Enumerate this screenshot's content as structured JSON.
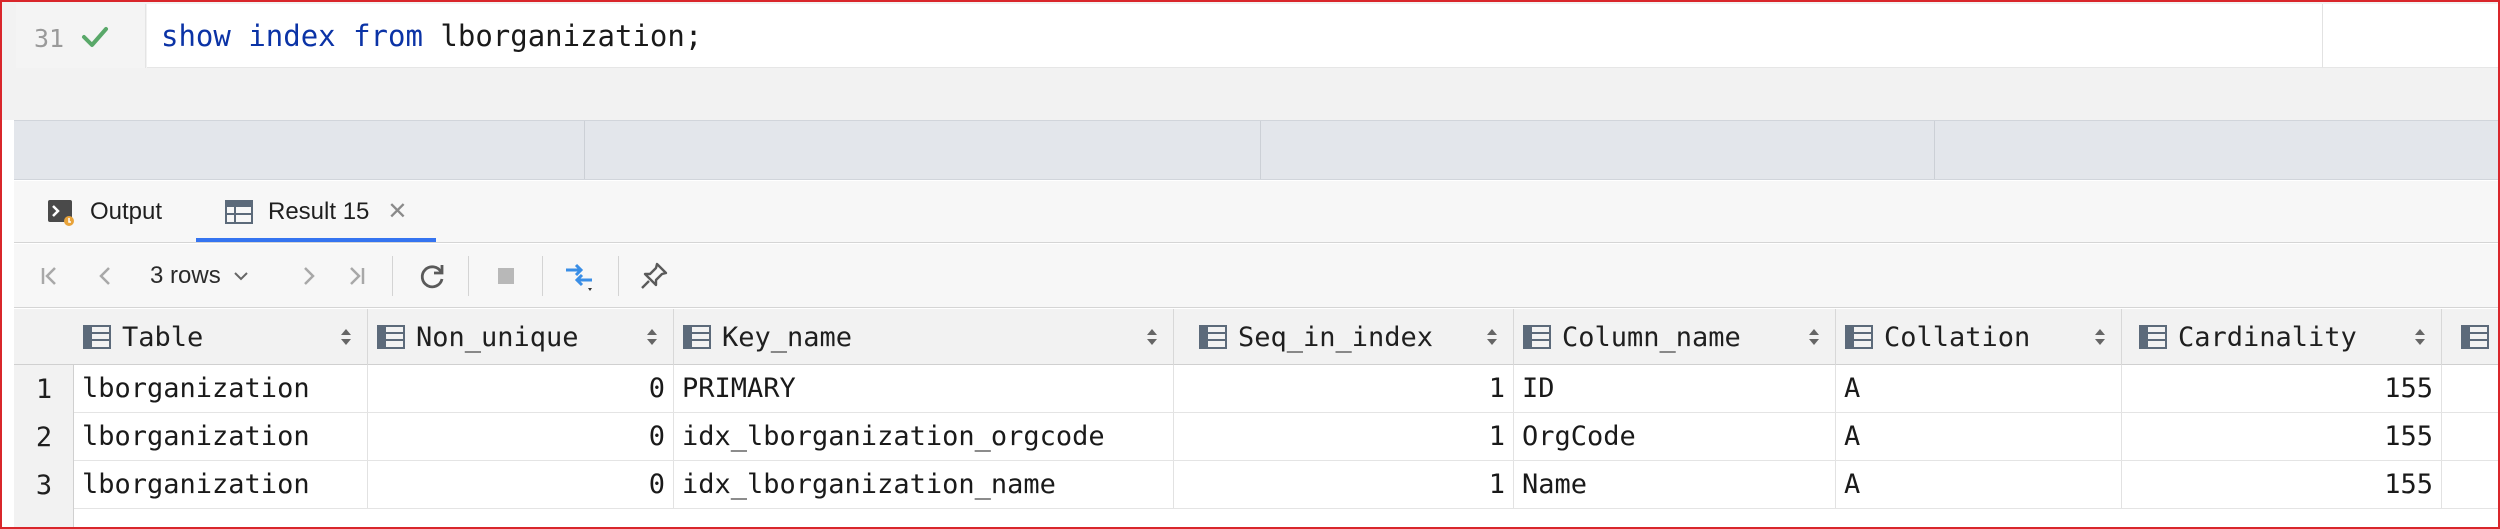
{
  "editor": {
    "line_number": "31",
    "code": {
      "kw1": "show",
      "kw2": "index",
      "kw3": "from",
      "rest": "lborganization;"
    }
  },
  "tabs": [
    {
      "label": "Output",
      "icon": "console-icon"
    },
    {
      "label": "Result 15",
      "icon": "table-icon",
      "active": true
    }
  ],
  "toolbar": {
    "rows_label": "3 rows"
  },
  "grid": {
    "columns": [
      "Table",
      "Non_unique",
      "Key_name",
      "Seq_in_index",
      "Column_name",
      "Collation",
      "Cardinality"
    ],
    "row_numbers": [
      "1",
      "2",
      "3"
    ],
    "rows": [
      [
        "lborganization",
        "0",
        "PRIMARY",
        "1",
        "ID",
        "A",
        "155"
      ],
      [
        "lborganization",
        "0",
        "idx_lborganization_orgcode",
        "1",
        "OrgCode",
        "A",
        "155"
      ],
      [
        "lborganization",
        "0",
        "idx_lborganization_name",
        "1",
        "Name",
        "A",
        "155"
      ]
    ]
  },
  "colors": {
    "keyword": "#0b33a6",
    "accent": "#3574f0",
    "success": "#59a869",
    "frame": "#d9262b"
  }
}
